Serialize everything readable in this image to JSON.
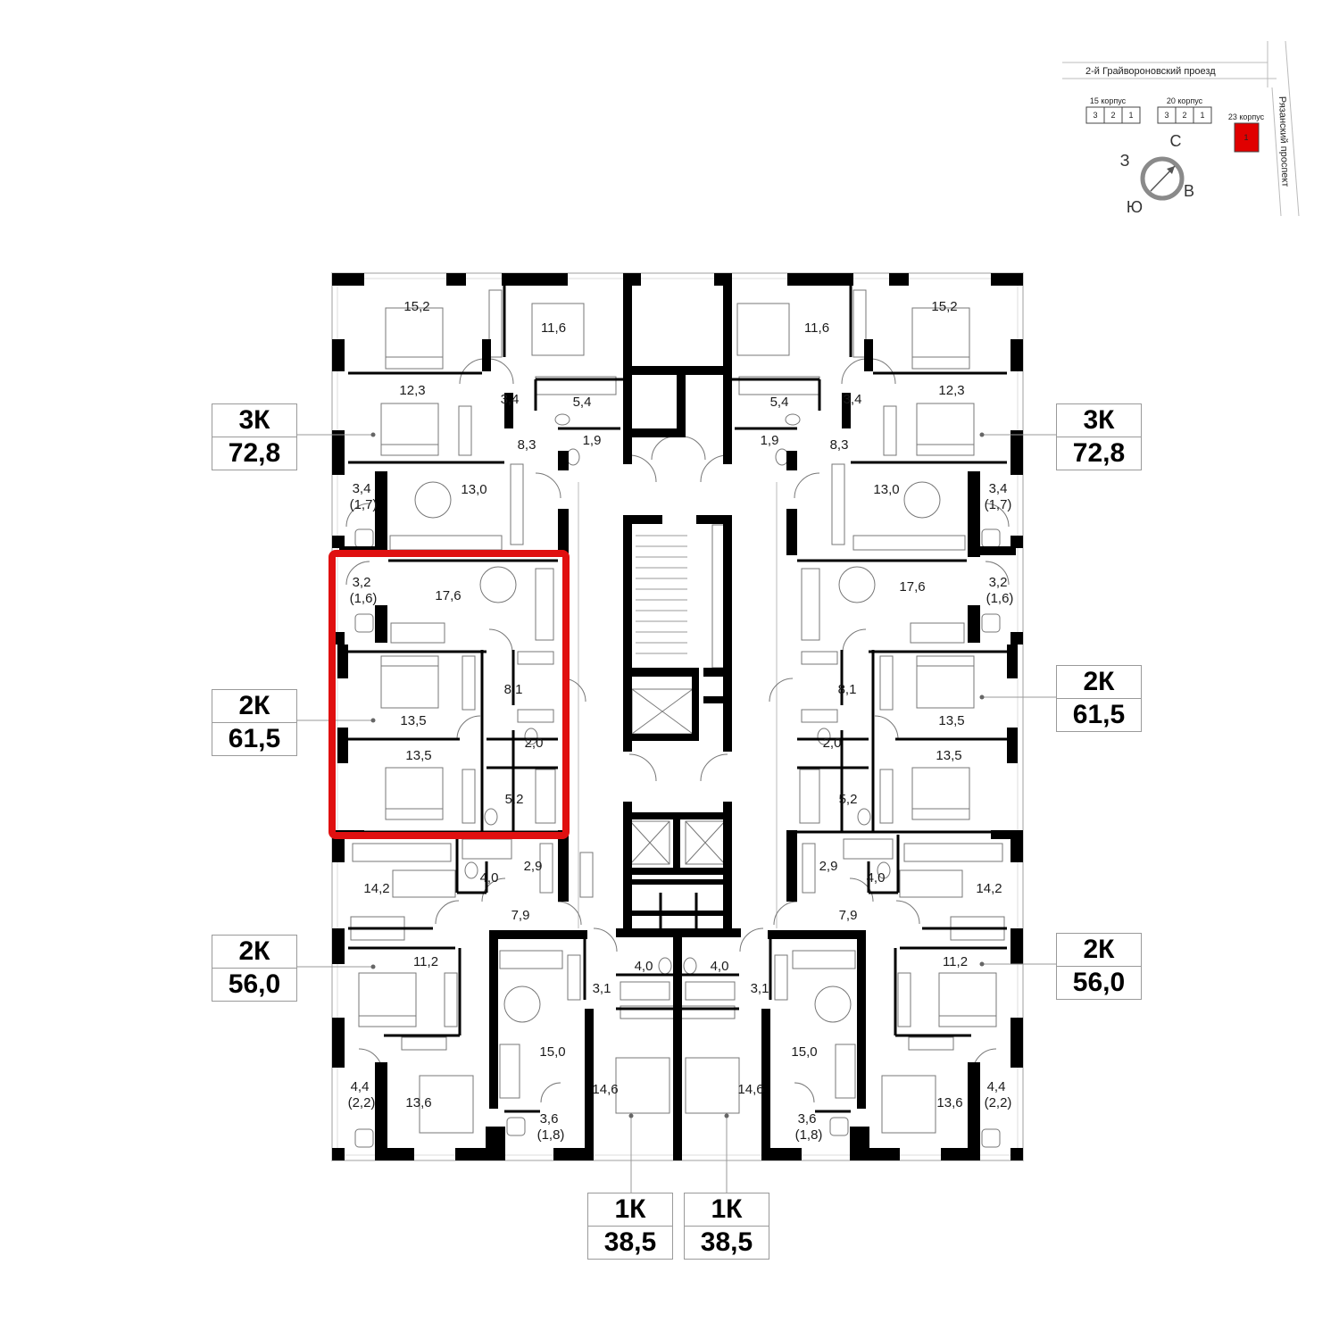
{
  "site_map": {
    "street_top": "2-й Грайвороновский проезд",
    "street_right": "Рязанский проспект",
    "buildings": [
      {
        "label": "15 корпус",
        "sections": [
          "3",
          "2",
          "1"
        ]
      },
      {
        "label": "20 корпус",
        "sections": [
          "3",
          "2",
          "1"
        ]
      },
      {
        "label": "23 корпус",
        "sections": [
          "1"
        ],
        "highlight_color": "#e00000"
      }
    ],
    "compass": {
      "n": "С",
      "w": "З",
      "s": "Ю",
      "e": "В"
    }
  },
  "apartments": [
    {
      "id": "3k-left",
      "type": "3К",
      "area": "72,8"
    },
    {
      "id": "3k-right",
      "type": "3К",
      "area": "72,8"
    },
    {
      "id": "2k-left",
      "type": "2К",
      "area": "61,5",
      "selected": true
    },
    {
      "id": "2k-right",
      "type": "2К",
      "area": "61,5"
    },
    {
      "id": "2k56-left",
      "type": "2К",
      "area": "56,0"
    },
    {
      "id": "2k56-right",
      "type": "2К",
      "area": "56,0"
    },
    {
      "id": "1k-left",
      "type": "1К",
      "area": "38,5"
    },
    {
      "id": "1k-right",
      "type": "1К",
      "area": "38,5"
    }
  ],
  "rooms_left": [
    "15,2",
    "11,6",
    "12,3",
    "3,4",
    "5,4",
    "8,3",
    "1,9",
    "3,4",
    "(1,7)",
    "13,0",
    "3,2",
    "(1,6)",
    "17,6",
    "8,1",
    "13,5",
    "2,0",
    "13,5",
    "5,2",
    "2,9",
    "14,2",
    "4,0",
    "7,9",
    "11,2",
    "3,1",
    "4,0",
    "15,0",
    "4,4",
    "(2,2)",
    "13,6",
    "14,6",
    "3,6",
    "(1,8)"
  ],
  "rooms_right": [
    "15,2",
    "11,6",
    "12,3",
    "3,4",
    "5,4",
    "8,3",
    "1,9",
    "3,4",
    "(1,7)",
    "13,0",
    "3,2",
    "(1,6)",
    "17,6",
    "8,1",
    "13,5",
    "2,0",
    "13,5",
    "5,2",
    "2,9",
    "14,2",
    "4,0",
    "7,9",
    "11,2",
    "3,1",
    "4,0",
    "15,0",
    "4,4",
    "(2,2)",
    "13,6",
    "14,6",
    "3,6",
    "(1,8)"
  ],
  "colors": {
    "wall": "#000000",
    "selection": "#e01010",
    "furniture": "#777777",
    "leader": "#999999"
  }
}
